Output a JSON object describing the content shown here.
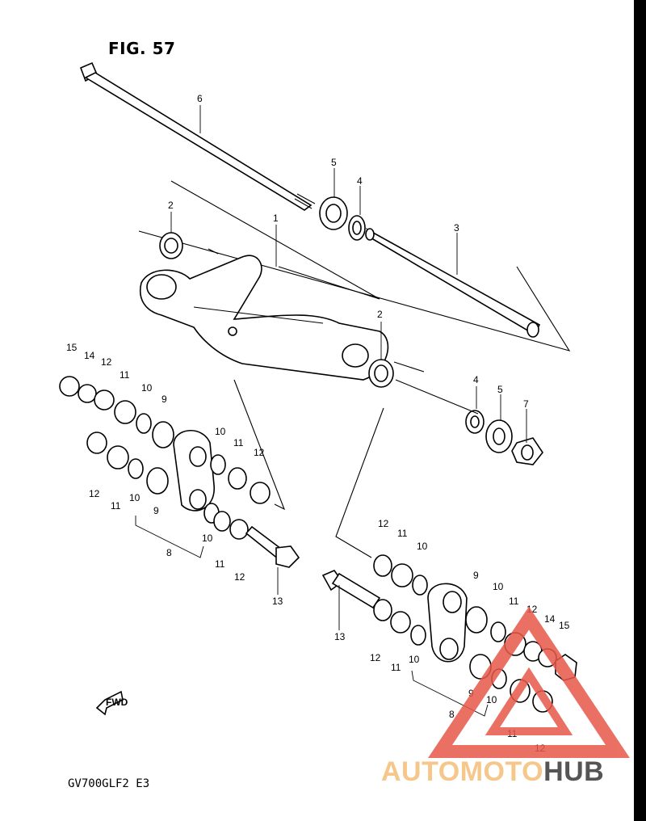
{
  "figure": {
    "title": "FIG. 57",
    "model_code": "GV700GLF2  E3",
    "fwd_label": "FWD"
  },
  "callouts": [
    "6",
    "5",
    "4",
    "3",
    "2",
    "1",
    "2",
    "15",
    "14",
    "12",
    "11",
    "10",
    "9",
    "4",
    "5",
    "7",
    "10",
    "11",
    "12",
    "12",
    "11",
    "10",
    "9",
    "8",
    "10",
    "11",
    "12",
    "13",
    "12",
    "11",
    "10",
    "9",
    "10",
    "11",
    "12",
    "14",
    "15",
    "13",
    "12",
    "11",
    "10",
    "9",
    "8",
    "10",
    "11",
    "12"
  ],
  "watermark": {
    "brand_part1": "AUTOMOTO",
    "brand_part2": "HUB",
    "color_primary": "#e8584a",
    "color_secondary": "#f5c78a",
    "color_dark": "#555555"
  },
  "colors": {
    "frame": "#000000",
    "paper": "#ffffff",
    "ink": "#000000"
  }
}
